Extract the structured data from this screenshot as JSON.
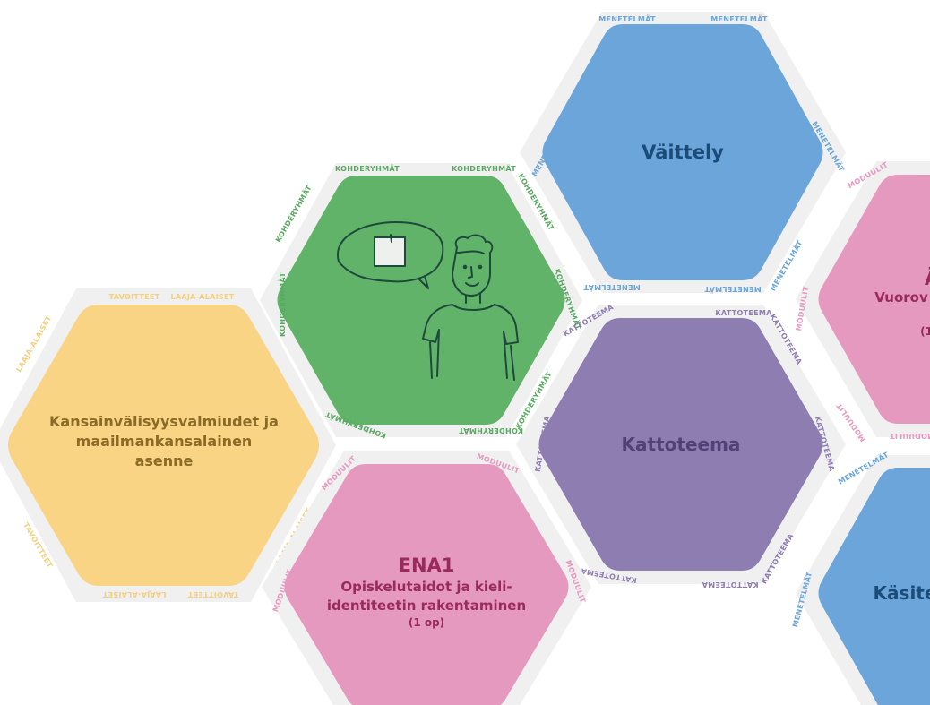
{
  "colors": {
    "yellow": "#f8d484",
    "green": "#62b36a",
    "blue": "#6ba5d9",
    "purple": "#8e7db1",
    "pink": "#e699bf",
    "frame": "#eeeeee"
  },
  "tiles": {
    "tavoitteet": {
      "title": "Kansainvälisyysvalmiudet ja",
      "line2": "maailmankansalainen",
      "line3": "asenne",
      "edge_a": "TAVOITTEET",
      "edge_b": "LAAJA-ALAISET"
    },
    "kohderyhmat": {
      "edge": "KOHDERYHMÄT",
      "illustration": "person-with-speech-bubble"
    },
    "vaittely": {
      "title": "Väittely",
      "edge": "MENETELMÄT"
    },
    "kattoteema": {
      "title": "Kattoteema",
      "edge": "KATTOTEEMA"
    },
    "ena1": {
      "code": "ENA1",
      "line1": "Opiskelutaidot ja kieli-",
      "line2": "identiteetin rakentaminen",
      "credits": "(1 op)",
      "edge": "MODUULIT"
    },
    "moduuli_right": {
      "code": "Ä",
      "line1": "Vuorov",
      "credits": "(1",
      "edge": "MODUULIT"
    },
    "kasite": {
      "title": "Käsite",
      "edge": "MENETELMÄT"
    }
  }
}
